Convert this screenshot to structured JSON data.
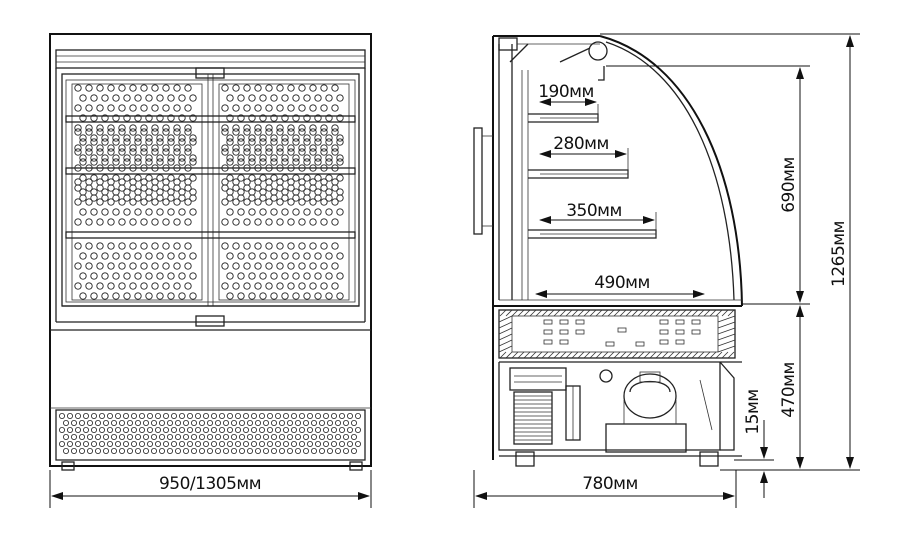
{
  "dimensions": {
    "front_width": "950/1305мм",
    "side_depth": "780мм",
    "shelf_1_depth": "190мм",
    "shelf_2_depth": "280мм",
    "shelf_3_depth": "350мм",
    "base_depth": "490мм",
    "display_height": "690мм",
    "total_height": "1265мм",
    "base_height": "470мм",
    "leg_height": "15мм"
  },
  "colors": {
    "line": "#111111",
    "background": "#ffffff"
  }
}
